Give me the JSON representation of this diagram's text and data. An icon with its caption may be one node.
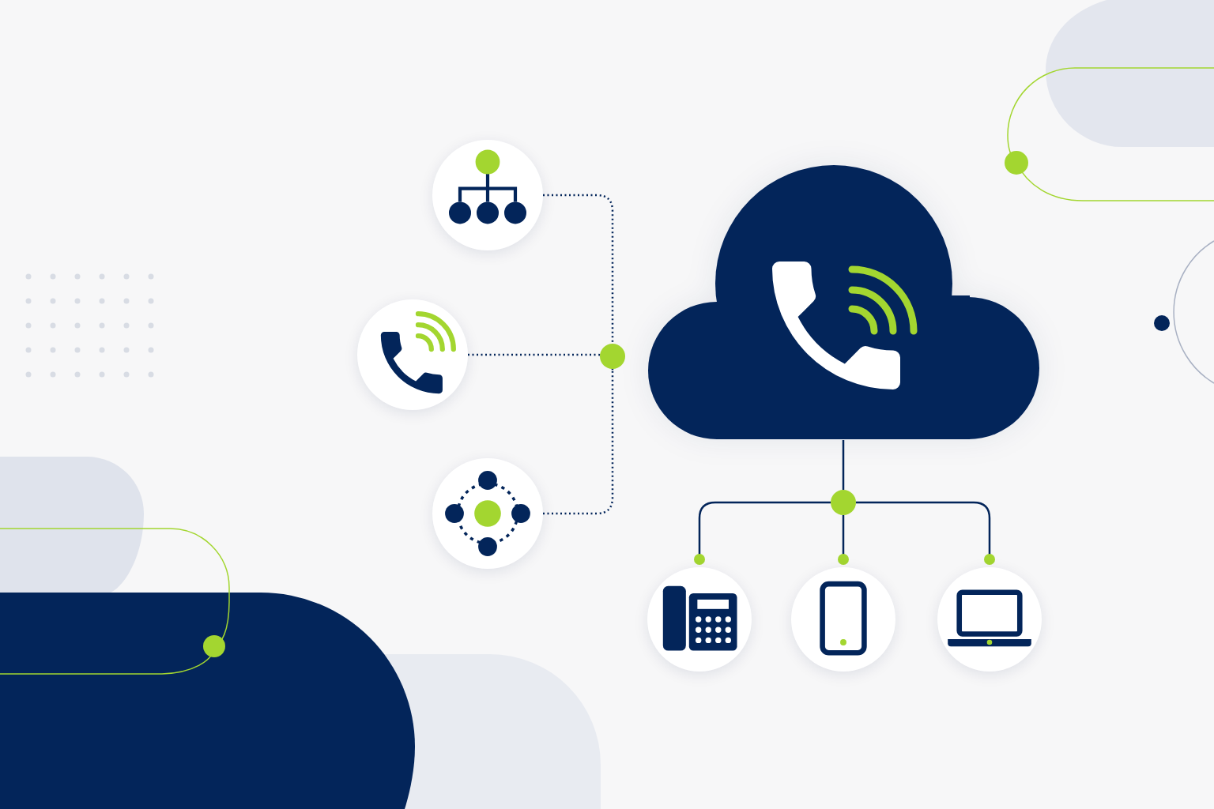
{
  "diagram": {
    "nodes": [
      {
        "text": [],
        "shape": "picture"
      },
      {
        "text": [],
        "shape": "picture"
      },
      {
        "text": [],
        "shape": "picture"
      },
      {
        "text": [],
        "shape": "circle"
      },
      {
        "text": [],
        "shape": "cloud"
      },
      {
        "text": [],
        "shape": "circle"
      },
      {
        "text": [],
        "shape": "picture"
      },
      {
        "text": [],
        "shape": "picture"
      },
      {
        "text": [],
        "shape": "picture"
      }
    ],
    "edges": [
      {
        "from": 0,
        "to": 3,
        "arrow": "none",
        "style": "dashed"
      },
      {
        "from": 1,
        "to": 3,
        "arrow": "none",
        "style": "dashed"
      },
      {
        "from": 2,
        "to": 3,
        "arrow": "none",
        "style": "dashed"
      },
      {
        "from": 4,
        "to": 5,
        "arrow": "none"
      },
      {
        "from": 5,
        "to": 6,
        "arrow": "other"
      },
      {
        "from": 5,
        "to": 7,
        "arrow": "other"
      },
      {
        "from": 5,
        "to": 8,
        "arrow": "other"
      }
    ]
  }
}
